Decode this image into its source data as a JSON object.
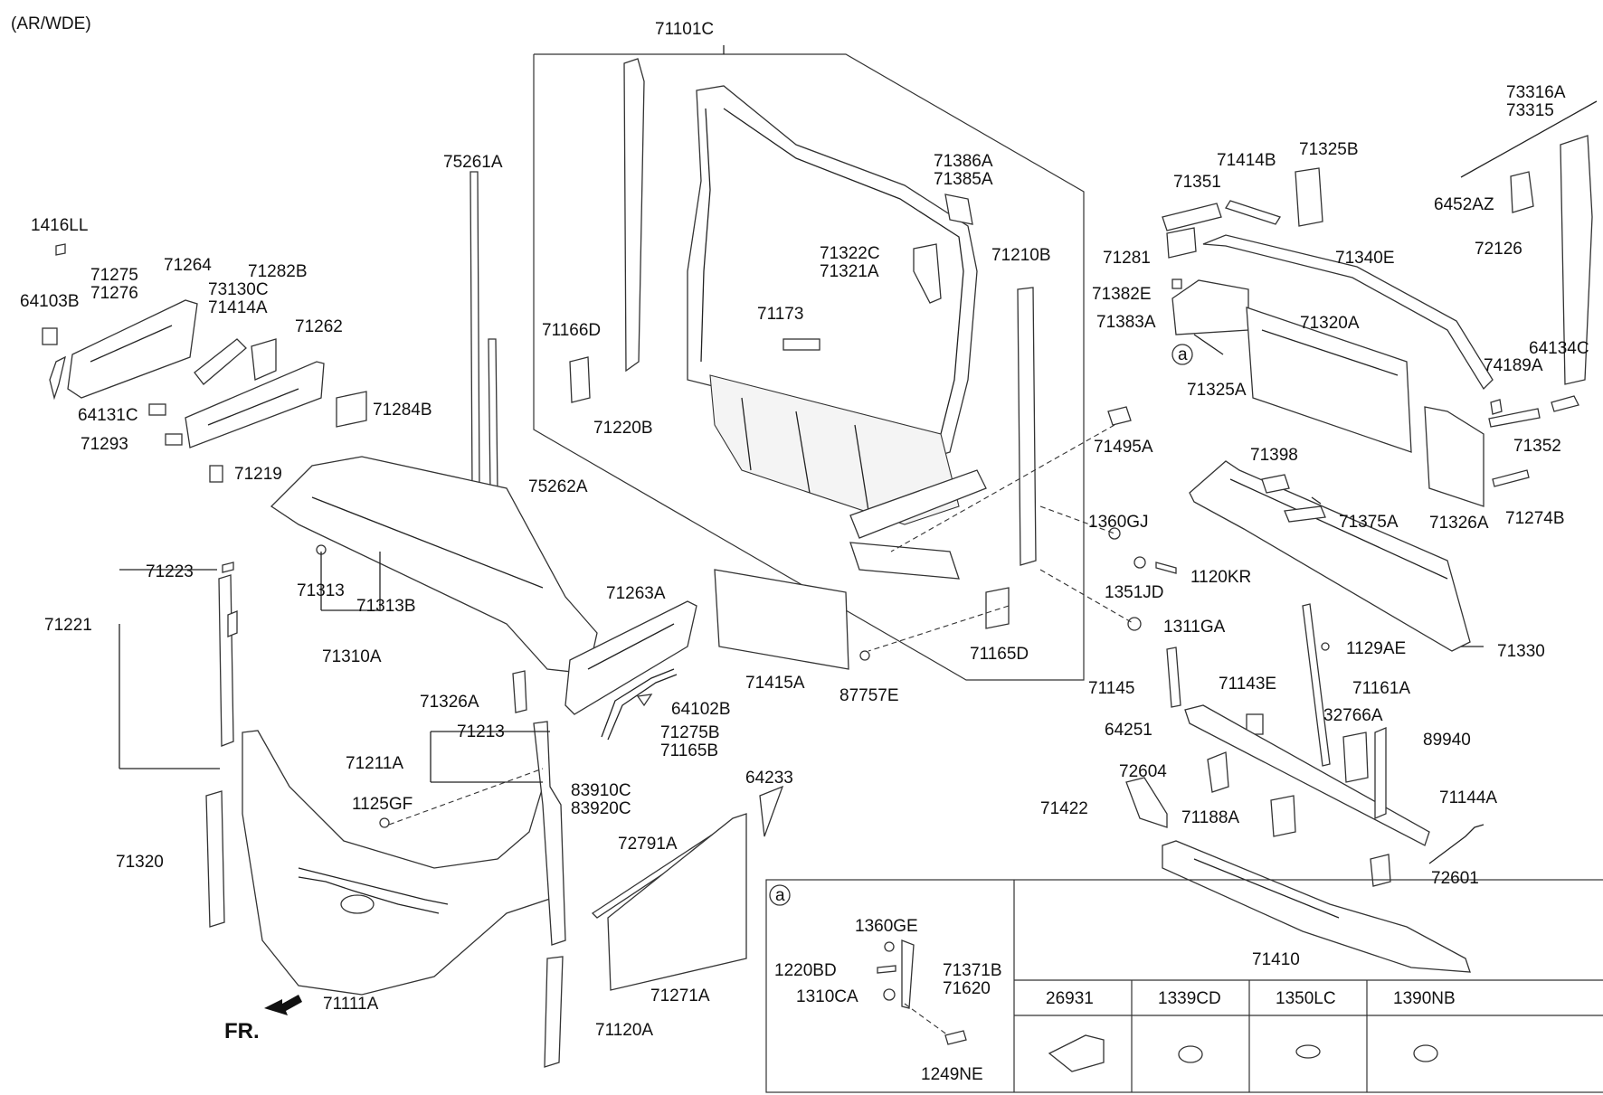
{
  "variant_note": "(AR/WDE)",
  "front_label": "FR.",
  "frame_group_label": "71101C",
  "part_labels": [
    "1416LL",
    "71275",
    "71276",
    "64103B",
    "71264",
    "73130C",
    "71414A",
    "71282B",
    "71262",
    "64131C",
    "71284B",
    "71293",
    "71219",
    "75261A",
    "75262A",
    "71166D",
    "71220B",
    "71386A",
    "71385A",
    "71322C",
    "71321A",
    "71173",
    "71210B",
    "71495A",
    "1360GJ",
    "1351JD",
    "1120KR",
    "1311GA",
    "71165D",
    "71223",
    "71221",
    "71313",
    "71313B",
    "71310A",
    "71263A",
    "71415A",
    "87757E",
    "71326A",
    "64102B",
    "71275B",
    "71165B",
    "71213",
    "71211A",
    "1125GF",
    "83910C",
    "83920C",
    "64233",
    "72791A",
    "71271A",
    "71320",
    "71111A",
    "71120A",
    "71414B",
    "71325B",
    "71351",
    "71281",
    "71340E",
    "71382E",
    "71383A",
    "71320A",
    "71325A",
    "73316A",
    "73315",
    "6452AZ",
    "72126",
    "64134C",
    "74189A",
    "71352",
    "71326A",
    "71274B",
    "71398",
    "71375A",
    "71330",
    "1129AE",
    "71145",
    "71143E",
    "71161A",
    "32766A",
    "89940",
    "64251",
    "72604",
    "71422",
    "71188A",
    "71144A",
    "72601",
    "71410"
  ],
  "callout_a": "a",
  "legend": {
    "marker": "a",
    "labels": [
      "1360GE",
      "1220BD",
      "71371B",
      "71620",
      "1310CA",
      "1249NE"
    ],
    "columns": [
      "26931",
      "1339CD",
      "1350LC",
      "1390NB"
    ]
  }
}
